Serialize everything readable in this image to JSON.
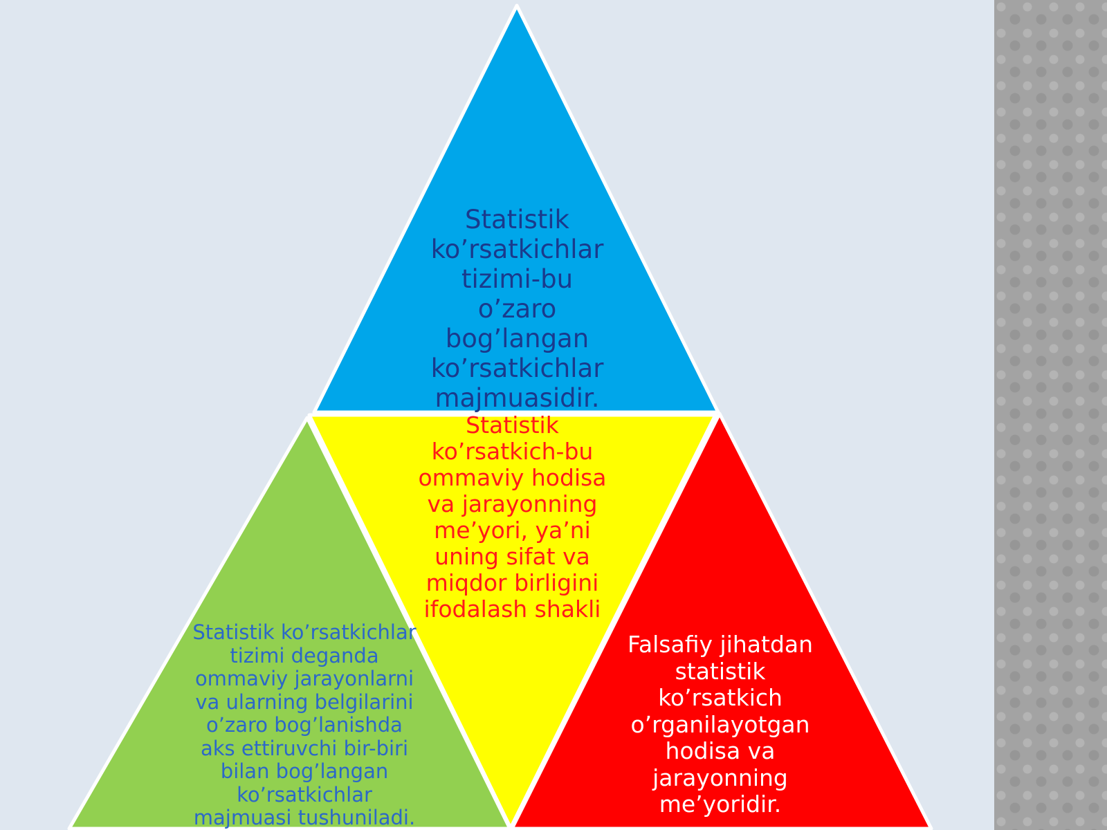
{
  "diagram": {
    "sections": {
      "top": {
        "text": "Statistik ko’rsatkichlar tizimi-bu o’zaro bog’langan ko’rsatkichlar majmuasidir.",
        "fill": "#00a6ea",
        "text_color": "#1a3a8c"
      },
      "middle": {
        "text": "Statistik ko’rsatkich-bu ommaviy hodisa va jarayonning me’yori, ya’ni uning sifat va miqdor birligini ifodalash shakli",
        "fill": "#ffff00",
        "text_color": "#ff1a1a"
      },
      "left": {
        "text": "Statistik ko’rsatkichlar tizimi deganda ommaviy jarayonlarni va ularning belgilarini o’zaro bog’lanishda aks ettiruvchi bir-biri bilan bog’langan ko’rsatkichlar majmuasi tushuniladi.",
        "fill": "#92d050",
        "text_color": "#2c68c8"
      },
      "right": {
        "text": "Falsafiy jihatdan statistik ko’rsatkich o’rganilayotgan hodisa va jarayonning me’yoridir.",
        "fill": "#ff0000",
        "text_color": "#ffffff"
      }
    }
  },
  "background": {
    "slide": "#dfe7f0",
    "sidebar": "#a3a3a3",
    "outline": "#ffffff"
  }
}
